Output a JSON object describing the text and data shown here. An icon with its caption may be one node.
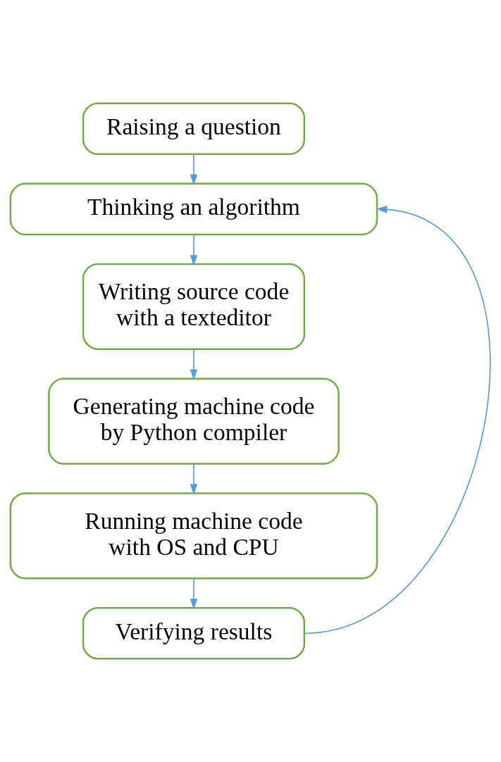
{
  "diagram": {
    "nodes": [
      {
        "text": [
          "Raising a question"
        ]
      },
      {
        "text": [
          "Thinking an algorithm"
        ]
      },
      {
        "text": [
          "Writing source code with a texteditor"
        ]
      },
      {
        "text": [
          "Generating machine code by Python compiler"
        ]
      },
      {
        "text": [
          "Running machine code with OS and CPU"
        ]
      },
      {
        "text": [
          "Verifying results"
        ]
      }
    ],
    "edges": [
      {
        "from": 0,
        "to": 1,
        "arrow": "to"
      },
      {
        "from": 1,
        "to": 2,
        "arrow": "to"
      },
      {
        "from": 2,
        "to": 3,
        "arrow": "to"
      },
      {
        "from": 3,
        "to": 4,
        "arrow": "to"
      },
      {
        "from": 4,
        "to": 5,
        "arrow": "to"
      },
      {
        "from": 5,
        "to": 1,
        "arrow": "to"
      }
    ]
  }
}
